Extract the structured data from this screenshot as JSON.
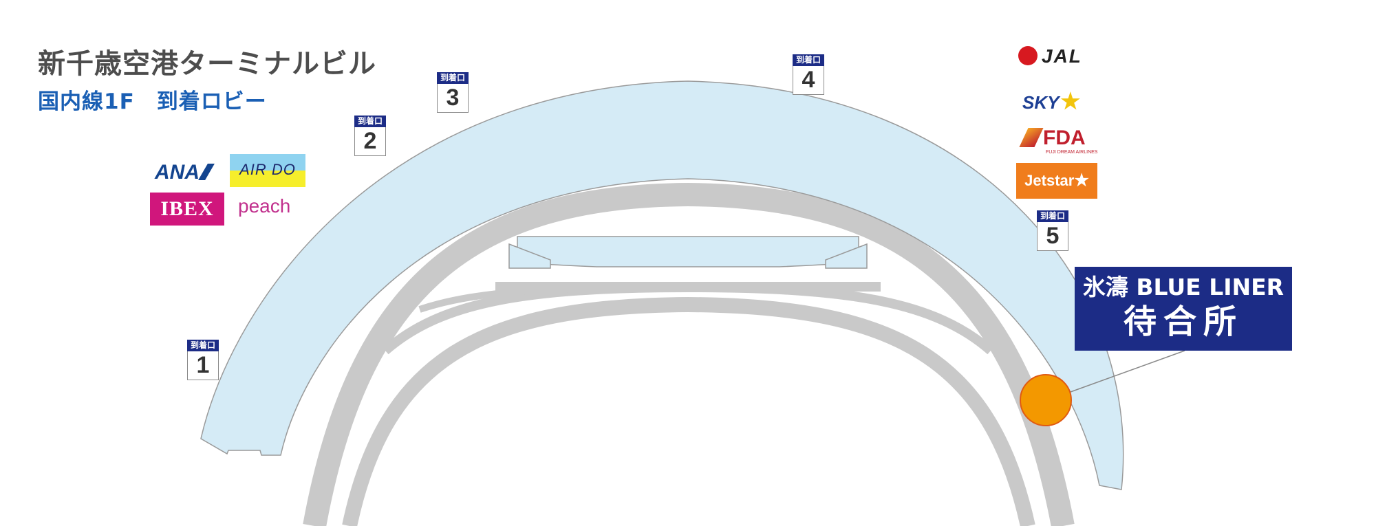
{
  "header": {
    "title": "新千歳空港ターミナルビル",
    "subtitle": "国内線1F　到着ロビー"
  },
  "gates": [
    {
      "tag": "到着口",
      "number": "1"
    },
    {
      "tag": "到着口",
      "number": "2"
    },
    {
      "tag": "到着口",
      "number": "3"
    },
    {
      "tag": "到着口",
      "number": "4"
    },
    {
      "tag": "到着口",
      "number": "5"
    }
  ],
  "airlines_left": {
    "ana": "ANA",
    "airdo": "AIR DO",
    "ibex": "IBEX",
    "peach": "peach"
  },
  "airlines_right": {
    "jal": "JAL",
    "jal_mark": "JAL",
    "sky": "SKY",
    "fda": "FDA",
    "fda_sub": "FUJI DREAM AIRLINES",
    "jetstar": "Jetstar"
  },
  "waiting_area": {
    "line1": "氷濤 BLUE LINER",
    "line2": "待合所",
    "marker_color": "#f39800"
  },
  "colors": {
    "lobby": "#d5ebf6",
    "road": "#c9c9c9",
    "gate_tag": "#1c2c86",
    "liner_box": "#1c2c86"
  },
  "icons": {
    "waiting_marker": "circle-marker-icon",
    "star": "star-icon"
  }
}
